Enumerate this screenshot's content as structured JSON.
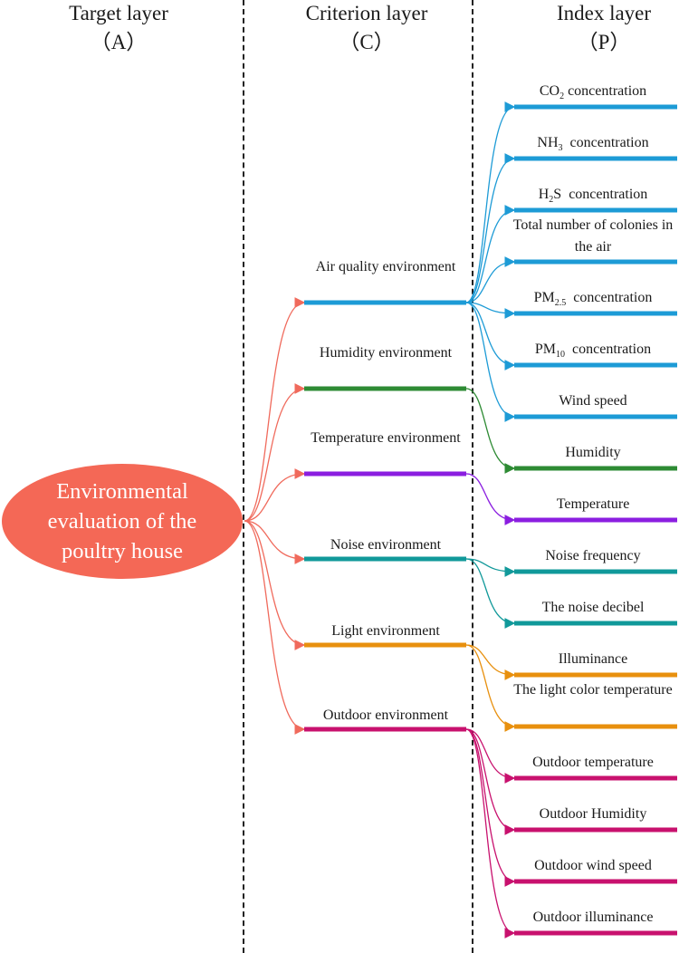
{
  "headers": {
    "target": {
      "title": "Target layer",
      "code": "（A）"
    },
    "criterion": {
      "title": "Criterion layer",
      "code": "（C）"
    },
    "index": {
      "title": "Index layer",
      "code": "（P）"
    }
  },
  "target_node": {
    "label": "Environmental evaluation of the poultry house",
    "color": "#f46856"
  },
  "target_arrow_color": "#f06a5c",
  "criteria": [
    {
      "id": "air",
      "label": "Air quality environment",
      "color": "#1d9bd6"
    },
    {
      "id": "humidity",
      "label": "Humidity environment",
      "color": "#2e8b34"
    },
    {
      "id": "temperature",
      "label": "Temperature environment",
      "color": "#8b1ee0"
    },
    {
      "id": "noise",
      "label": "Noise environment",
      "color": "#11999a"
    },
    {
      "id": "light",
      "label": "Light environment",
      "color": "#e8900e"
    },
    {
      "id": "outdoor",
      "label": "Outdoor environment",
      "color": "#c8116e"
    }
  ],
  "indices": [
    {
      "parent": "air",
      "label": "CO2 concentration"
    },
    {
      "parent": "air",
      "label": "NH3 concentration"
    },
    {
      "parent": "air",
      "label": "H2S concentration"
    },
    {
      "parent": "air",
      "label": "Total number of colonies in the air"
    },
    {
      "parent": "air",
      "label": "PM2.5 concentration"
    },
    {
      "parent": "air",
      "label": "PM10 concentration"
    },
    {
      "parent": "air",
      "label": "Wind speed"
    },
    {
      "parent": "humidity",
      "label": "Humidity"
    },
    {
      "parent": "temperature",
      "label": "Temperature"
    },
    {
      "parent": "noise",
      "label": "Noise frequency"
    },
    {
      "parent": "noise",
      "label": "The noise decibel"
    },
    {
      "parent": "light",
      "label": "Illuminance"
    },
    {
      "parent": "light",
      "label": "The light color temperature"
    },
    {
      "parent": "outdoor",
      "label": "Outdoor temperature"
    },
    {
      "parent": "outdoor",
      "label": "Outdoor Humidity"
    },
    {
      "parent": "outdoor",
      "label": "Outdoor wind speed"
    },
    {
      "parent": "outdoor",
      "label": "Outdoor illuminance"
    }
  ]
}
